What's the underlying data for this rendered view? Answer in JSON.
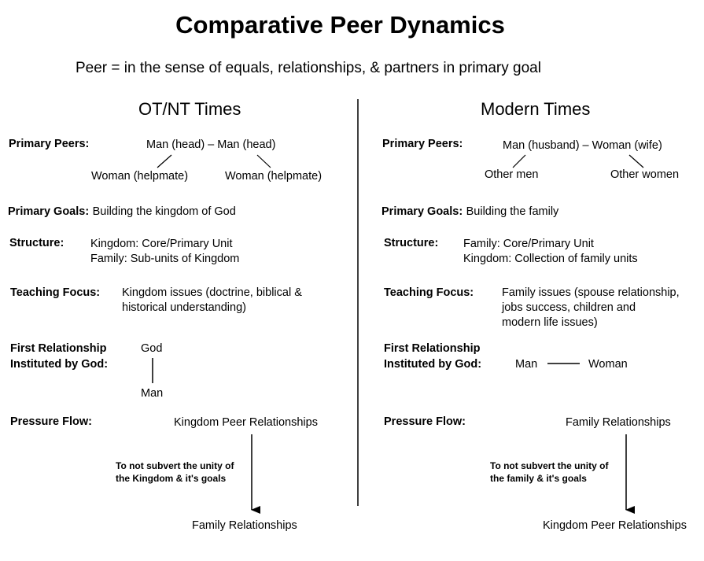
{
  "title": "Comparative Peer Dynamics",
  "subtitle": "Peer = in the sense of equals, relationships, & partners in primary goal",
  "left": {
    "heading": "OT/NT Times",
    "primary_peers": {
      "label": "Primary Peers:",
      "top": "Man (head) – Man (head)",
      "sub_left": "Woman (helpmate)",
      "sub_right": "Woman (helpmate)"
    },
    "primary_goals": {
      "label": "Primary Goals:",
      "value": "Building the kingdom of God"
    },
    "structure": {
      "label": "Structure:",
      "line1": "Kingdom:  Core/Primary Unit",
      "line2": "Family: Sub-units of Kingdom"
    },
    "teaching_focus": {
      "label": "Teaching Focus:",
      "line1": "Kingdom issues (doctrine, biblical &",
      "line2": "historical understanding)"
    },
    "first_relationship": {
      "label1": "First Relationship",
      "label2": "Instituted by God:",
      "top": "God",
      "bottom": "Man"
    },
    "pressure_flow": {
      "label": "Pressure Flow:",
      "top": "Kingdom Peer Relationships",
      "note1": "To not subvert the unity of",
      "note2": "the Kingdom & it's goals",
      "bottom": "Family Relationships"
    }
  },
  "right": {
    "heading": "Modern Times",
    "primary_peers": {
      "label": "Primary Peers:",
      "top": "Man (husband) – Woman (wife)",
      "sub_left": "Other men",
      "sub_right": "Other women"
    },
    "primary_goals": {
      "label": "Primary Goals:",
      "value": "Building the family"
    },
    "structure": {
      "label": "Structure:",
      "line1": "Family:  Core/Primary Unit",
      "line2": "Kingdom: Collection of family units"
    },
    "teaching_focus": {
      "label": "Teaching Focus:",
      "line1": "Family issues (spouse relationship,",
      "line2": "jobs success, children and",
      "line3": "modern life issues)"
    },
    "first_relationship": {
      "label1": "First Relationship",
      "label2": "Instituted by God:",
      "left": "Man",
      "right": "Woman"
    },
    "pressure_flow": {
      "label": "Pressure Flow:",
      "top": "Family Relationships",
      "note1": "To not subvert the unity of",
      "note2": "the family & it's goals",
      "bottom": "Kingdom Peer Relationships"
    }
  }
}
